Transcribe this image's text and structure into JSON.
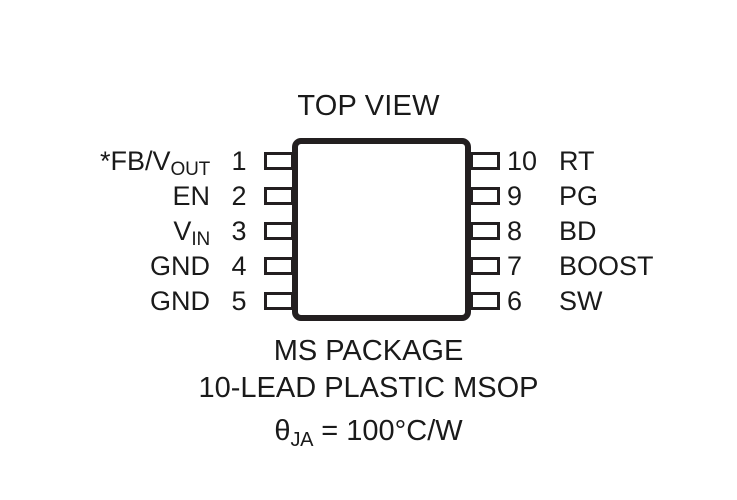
{
  "diagram": {
    "view_title": "TOP VIEW",
    "package_name": "MS PACKAGE",
    "package_desc": "10-LEAD PLASTIC MSOP",
    "thermal_symbol": "θ",
    "thermal_subscript": "JA",
    "thermal_value": " = 100°C/W",
    "outline_color": "#231f20",
    "text_color": "#1a1a1a",
    "background_color": "#ffffff"
  },
  "pins": {
    "left": [
      {
        "number": "1",
        "name_main": "*FB/V",
        "name_sub": "OUT"
      },
      {
        "number": "2",
        "name_main": "EN",
        "name_sub": ""
      },
      {
        "number": "3",
        "name_main": "V",
        "name_sub": "IN"
      },
      {
        "number": "4",
        "name_main": "GND",
        "name_sub": ""
      },
      {
        "number": "5",
        "name_main": "GND",
        "name_sub": ""
      }
    ],
    "right": [
      {
        "number": "10",
        "name_main": "RT",
        "name_sub": ""
      },
      {
        "number": "9",
        "name_main": "PG",
        "name_sub": ""
      },
      {
        "number": "8",
        "name_main": "BD",
        "name_sub": ""
      },
      {
        "number": "7",
        "name_main": "BOOST",
        "name_sub": ""
      },
      {
        "number": "6",
        "name_main": "SW",
        "name_sub": ""
      }
    ]
  }
}
